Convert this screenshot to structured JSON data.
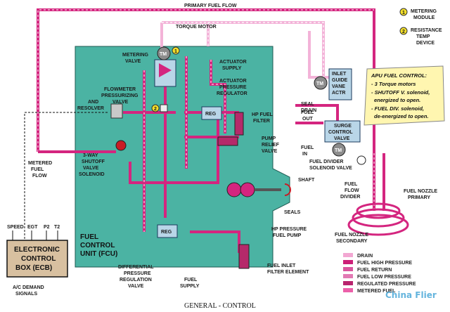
{
  "title": "GENERAL - CONTROL",
  "labels": {
    "primary_fuel_flow": "PRIMARY FUEL FLOW",
    "torque_motor": "TORQUE MOTOR",
    "metering_valve": [
      "METERING",
      "VALVE"
    ],
    "flowmeter": [
      "FLOWMETER",
      "PRESSURIZING",
      "VALVE"
    ],
    "and_resolver": [
      "AND",
      "RESOLVER"
    ],
    "actuator_supply": [
      "ACTUATOR",
      "SUPPLY"
    ],
    "actuator_pressure_regulator": [
      "ACTUATOR",
      "PRESSURE",
      "REGULATOR"
    ],
    "reg": "REG",
    "hp_fuel_filter": [
      "HP FUEL",
      "FILTER"
    ],
    "pump_relief_valve": [
      "PUMP",
      "RELIEF",
      "VALVE"
    ],
    "fuel_out": [
      "FUEL",
      "OUT"
    ],
    "fuel_in": [
      "FUEL",
      "IN"
    ],
    "seal_drain": [
      "SEAL",
      "DRAIN"
    ],
    "inlet_guide_vane": [
      "INLET",
      "GUIDE",
      "VANE",
      "ACTR"
    ],
    "surge_control_valve": [
      "SURGE",
      "CONTROL",
      "VALVE"
    ],
    "tm": "TM",
    "metered_fuel_flow": [
      "METERED",
      "FUEL",
      "FLOW"
    ],
    "shutoff_valve": [
      "3-WAY",
      "SHUTOFF",
      "VALVE",
      "SOLENOID"
    ],
    "fuel_divider_solenoid": [
      "FUEL DIVIDER",
      "SOLENOID VALVE"
    ],
    "fuel_flow_divider": [
      "FUEL",
      "FLOW",
      "DIVIDER"
    ],
    "fuel_nozzle_primary": [
      "FUEL NOZZLE",
      "PRIMARY"
    ],
    "fuel_nozzle_secondary": [
      "FUEL NOZZLE",
      "SECONDARY"
    ],
    "shaft": "SHAFT",
    "seals": "SEALS",
    "hp_pressure_pump": [
      "HP PRESSURE",
      "FUEL PUMP"
    ],
    "fcu": [
      "FUEL",
      "CONTROL",
      "UNIT (FCU)"
    ],
    "differential_pressure": [
      "DIFFERENTIAL",
      "PRESSURE",
      "REGULATION",
      "VALVE"
    ],
    "fuel_supply": [
      "FUEL",
      "SUPPLY"
    ],
    "fuel_inlet_filter": [
      "FUEL INLET",
      "FILTER ELEMENT"
    ],
    "ecb_inputs": [
      "SPEED",
      "EGT",
      "P2",
      "T2"
    ],
    "ecb": [
      "ELECTRONIC",
      "CONTROL",
      "BOX (ECB)"
    ],
    "ac_demand": [
      "A/C DEMAND",
      "SIGNALS"
    ],
    "num1": "1",
    "num2": "2"
  },
  "key": {
    "items": [
      {
        "num": "1",
        "text": [
          "METERING",
          "MODULE"
        ]
      },
      {
        "num": "2",
        "text": [
          "RESISTANCE",
          "TEMP",
          "DEVICE"
        ]
      }
    ]
  },
  "note": {
    "title": "APU FUEL CONTROL:",
    "lines": [
      "- 3 Torque motors",
      "- SHUTOFF V. solenoid,",
      "energized to open.",
      "- FUEL DIV. solenoid,",
      "de-energized to open."
    ]
  },
  "legend": [
    {
      "label": "DRAIN",
      "color": "#f2a7d2"
    },
    {
      "label": "FUEL HIGH PRESSURE",
      "color": "#cc1f78"
    },
    {
      "label": "FUEL RETURN",
      "color": "#d9569e"
    },
    {
      "label": "FUEL LOW PRESSURE",
      "color": "#e27ab4"
    },
    {
      "label": "REGULATED PRESSURE",
      "color": "#b8246e"
    },
    {
      "label": "METERED FUEL",
      "color": "#ec5fa9"
    }
  ],
  "watermark": "China Flier",
  "colors": {
    "fcu_fill": "#4bb3a3",
    "pipe": "#d4257f",
    "drain": "#f3b3d8",
    "box_fill": "#d8c0a0"
  }
}
